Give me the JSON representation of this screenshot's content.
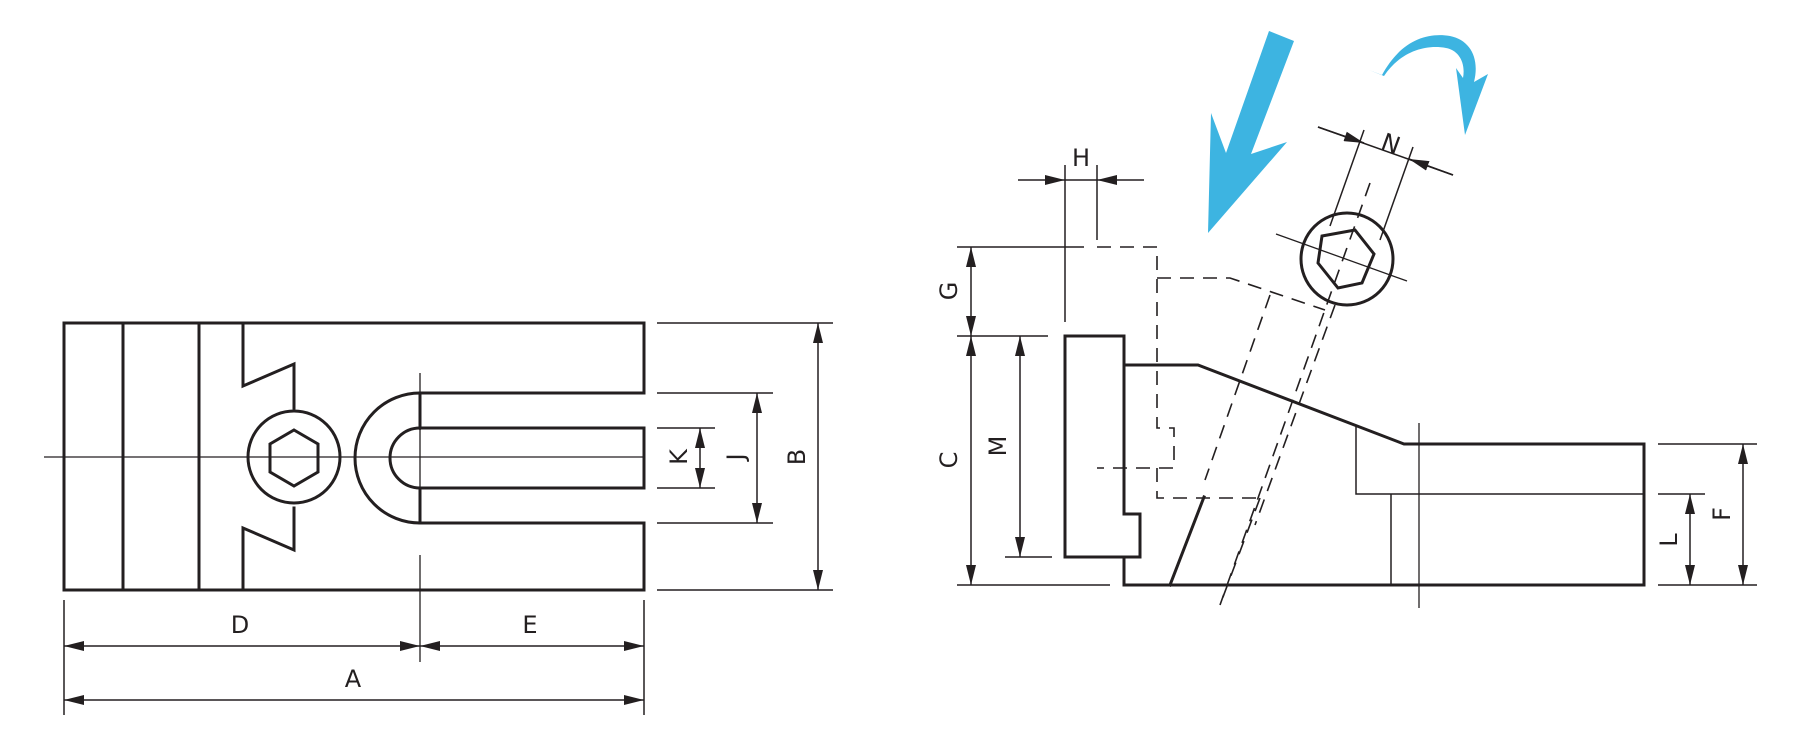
{
  "colors": {
    "line": "#231f20",
    "accent": "#3db4e1",
    "background": "#ffffff"
  },
  "labels": {
    "A": "A",
    "B": "B",
    "C": "C",
    "D": "D",
    "E": "E",
    "F": "F",
    "G": "G",
    "H": "H",
    "J": "J",
    "K": "K",
    "L": "L",
    "M": "M",
    "N": "N"
  },
  "icons": {
    "push_arrow": "blue-push-arrow-icon",
    "rotate_arrow": "blue-rotate-arrow-icon"
  }
}
